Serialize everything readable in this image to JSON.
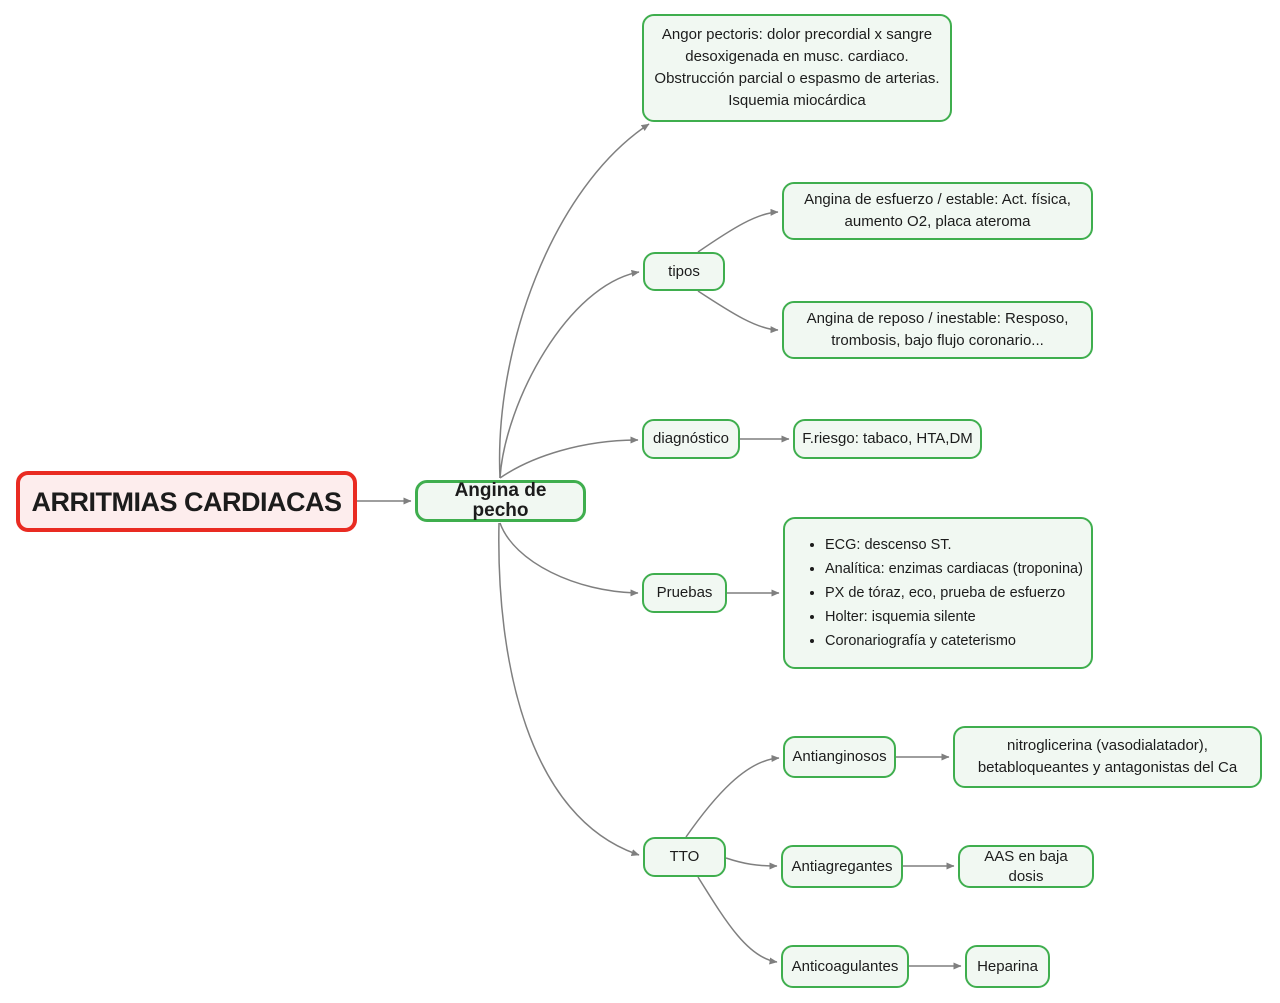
{
  "colors": {
    "canvas_bg": "#ffffff",
    "root_border": "#e92b22",
    "root_bg": "#fdeded",
    "node_border": "#3fae4e",
    "node_bg": "#f1f8f2",
    "edge": "#7f7f7f",
    "text": "#1c1c1c"
  },
  "mindmap": {
    "root": {
      "label": "ARRITMIAS CARDIACAS"
    },
    "main": {
      "label": "Angina de pecho"
    },
    "definicion": {
      "lines": [
        "Angor pectoris: dolor precordial x sangre",
        "desoxigenada en musc. cardiaco.",
        "Obstrucción parcial o espasmo de arterias.",
        "Isquemia miocárdica"
      ]
    },
    "tipos": {
      "label": "tipos",
      "esfuerzo": {
        "lines": [
          "Angina de esfuerzo / estable: Act. física,",
          "aumento O2, placa ateroma"
        ]
      },
      "reposo": {
        "lines": [
          "Angina de reposo / inestable: Resposo,",
          "trombosis, bajo flujo coronario..."
        ]
      }
    },
    "diagnostico": {
      "label": "diagnóstico",
      "friesgo": {
        "label": "F.riesgo: tabaco, HTA,DM"
      }
    },
    "pruebas": {
      "label": "Pruebas",
      "detalle": {
        "items": [
          "ECG: descenso ST.",
          "Analítica: enzimas cardiacas (troponina)",
          "PX de tóraz, eco, prueba de esfuerzo",
          "Holter: isquemia silente",
          "Coronariografía y cateterismo"
        ]
      }
    },
    "tto": {
      "label": "TTO",
      "antianginosos": {
        "label": "Antianginosos",
        "detalle": {
          "lines": [
            "nitroglicerina (vasodialatador),",
            "betabloqueantes y antagonistas del Ca"
          ]
        }
      },
      "antiagregantes": {
        "label": "Antiagregantes",
        "detalle": {
          "label": "AAS en baja dosis"
        }
      },
      "anticoagulantes": {
        "label": "Anticoagulantes",
        "detalle": {
          "label": "Heparina"
        }
      }
    }
  }
}
